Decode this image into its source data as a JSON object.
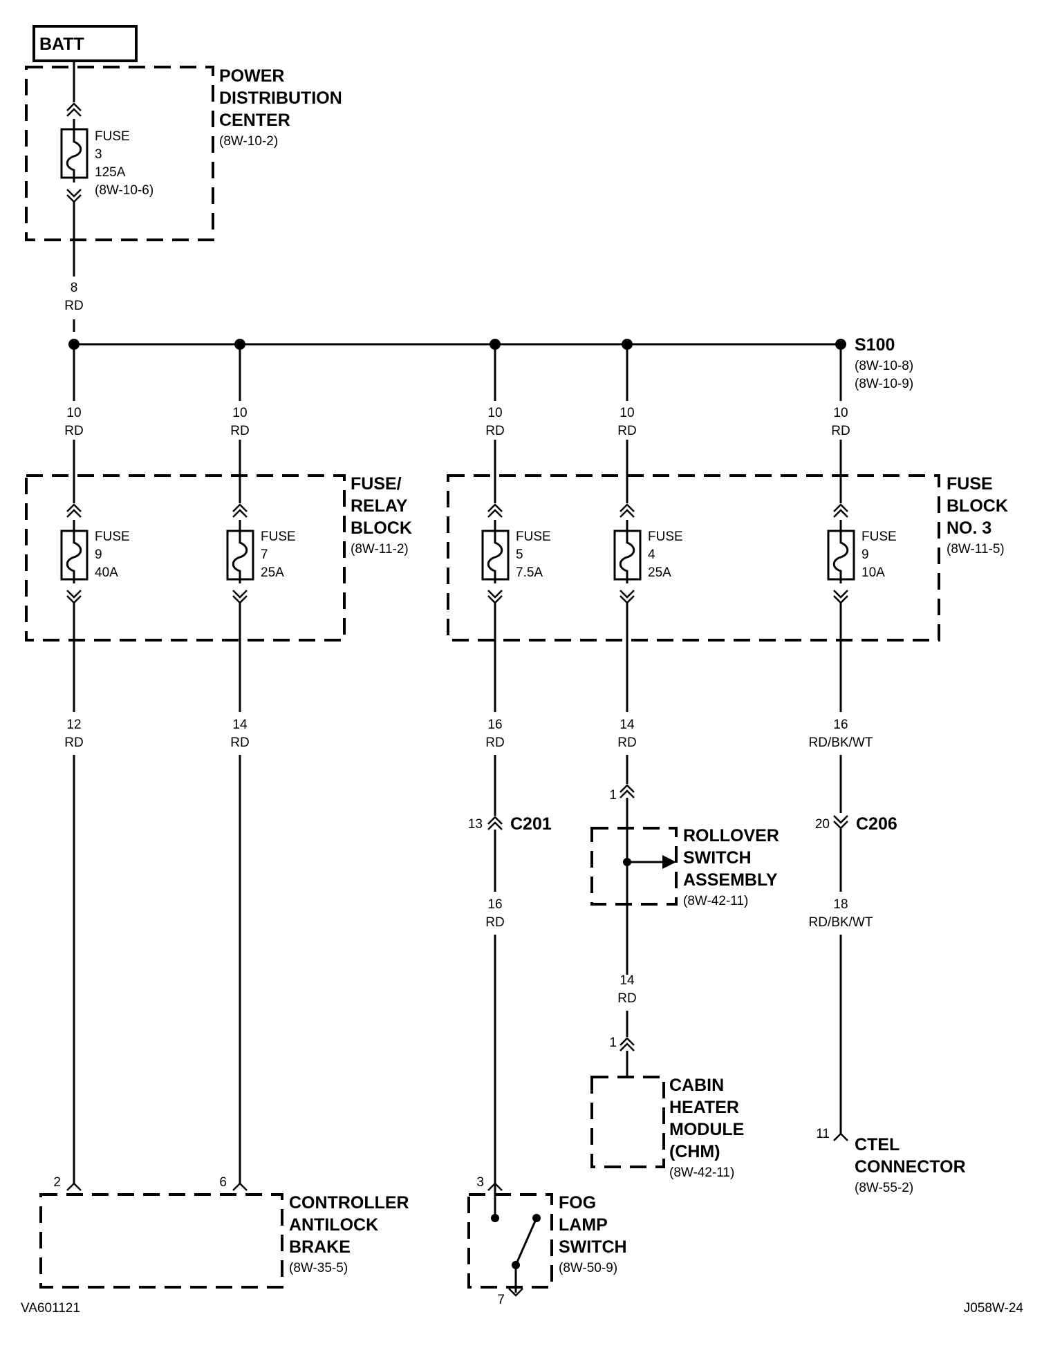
{
  "title_box": "BATT",
  "pdc": {
    "lines": [
      "POWER",
      "DISTRIBUTION",
      "CENTER"
    ],
    "ref": "(8W-10-2)"
  },
  "fuse_main": {
    "lines": [
      "FUSE",
      "3",
      "125A",
      "(8W-10-6)"
    ]
  },
  "wire_main": {
    "gauge": "8",
    "color": "RD"
  },
  "splice": {
    "name": "S100",
    "refs": [
      "(8W-10-8)",
      "(8W-10-9)"
    ]
  },
  "feed_wires": [
    {
      "gauge": "10",
      "color": "RD"
    },
    {
      "gauge": "10",
      "color": "RD"
    },
    {
      "gauge": "10",
      "color": "RD"
    },
    {
      "gauge": "10",
      "color": "RD"
    },
    {
      "gauge": "10",
      "color": "RD"
    }
  ],
  "relay_block": {
    "lines": [
      "FUSE/",
      "RELAY",
      "BLOCK"
    ],
    "ref": "(8W-11-2)"
  },
  "fuse_block3": {
    "lines": [
      "FUSE",
      "BLOCK",
      "NO. 3"
    ],
    "ref": "(8W-11-5)"
  },
  "fuses": [
    {
      "label": "FUSE",
      "num": "9",
      "amp": "40A"
    },
    {
      "label": "FUSE",
      "num": "7",
      "amp": "25A"
    },
    {
      "label": "FUSE",
      "num": "5",
      "amp": "7.5A"
    },
    {
      "label": "FUSE",
      "num": "4",
      "amp": "25A"
    },
    {
      "label": "FUSE",
      "num": "9",
      "amp": "10A"
    }
  ],
  "out_wires": [
    {
      "gauge": "12",
      "color": "RD"
    },
    {
      "gauge": "14",
      "color": "RD"
    },
    {
      "gauge": "16",
      "color": "RD"
    },
    {
      "gauge": "14",
      "color": "RD"
    },
    {
      "gauge": "16",
      "color": "RD/BK/WT"
    }
  ],
  "c201": {
    "name": "C201",
    "pin": "13"
  },
  "wire_c201_out": {
    "gauge": "16",
    "color": "RD"
  },
  "c206": {
    "name": "C206",
    "pin": "20"
  },
  "wire_c206_out": {
    "gauge": "18",
    "color": "RD/BK/WT"
  },
  "rollover": {
    "lines": [
      "ROLLOVER",
      "SWITCH",
      "ASSEMBLY"
    ],
    "ref": "(8W-42-11)",
    "pin_in": "1"
  },
  "wire_rollover_out": {
    "gauge": "14",
    "color": "RD"
  },
  "chm": {
    "lines": [
      "CABIN",
      "HEATER",
      "MODULE",
      "(CHM)"
    ],
    "ref": "(8W-42-11)",
    "pin": "1"
  },
  "ctel": {
    "lines": [
      "CTEL",
      "CONNECTOR"
    ],
    "ref": "(8W-55-2)",
    "pin": "11"
  },
  "cab": {
    "lines": [
      "CONTROLLER",
      "ANTILOCK",
      "BRAKE"
    ],
    "ref": "(8W-35-5)",
    "pins": [
      "2",
      "6"
    ]
  },
  "fog": {
    "lines": [
      "FOG",
      "LAMP",
      "SWITCH"
    ],
    "ref": "(8W-50-9)",
    "pin_in": "3",
    "pin_out": "7"
  },
  "footer_left": "VA601121",
  "footer_right": "J058W-24"
}
